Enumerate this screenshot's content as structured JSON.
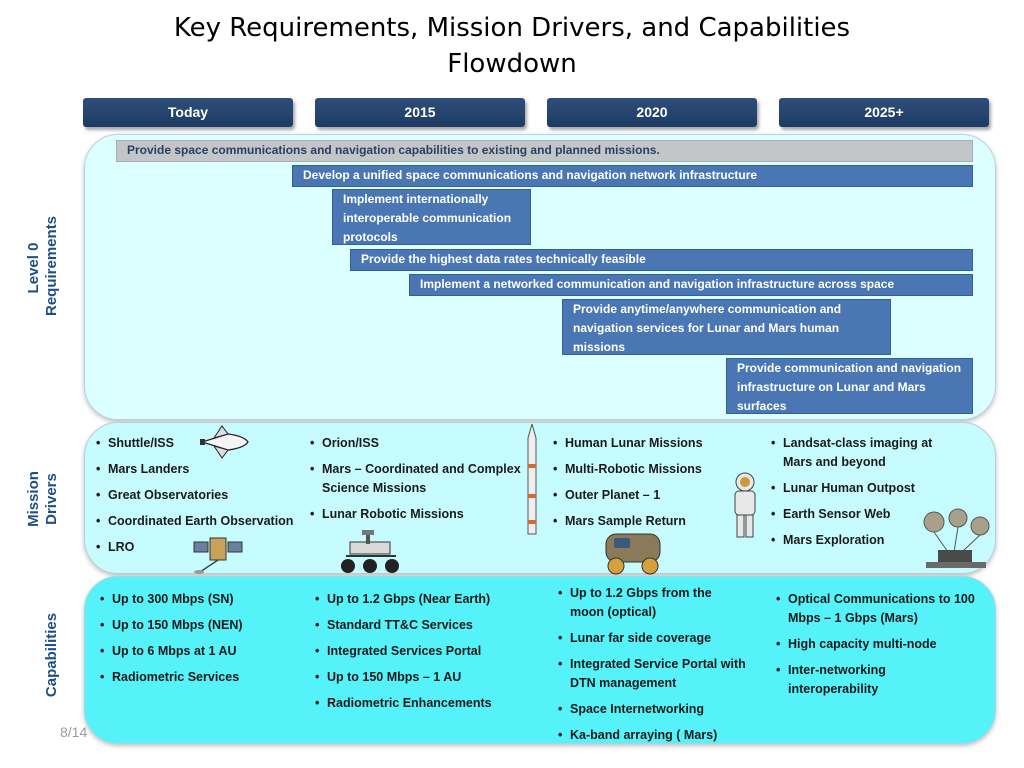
{
  "title_line1": "Key Requirements, Mission Drivers, and Capabilities",
  "title_line2": "Flowdown",
  "eras": [
    "Today",
    "2015",
    "2020",
    "2025+"
  ],
  "rows": {
    "level0": "Level 0 Requirements",
    "mission": "Mission Drivers",
    "capabilities": "Capabilities"
  },
  "requirements": [
    "Provide space communications and navigation capabilities to existing and planned missions.",
    "Develop a unified space communications and navigation network infrastructure",
    "Implement internationally interoperable communication protocols",
    "Provide the highest data rates technically feasible",
    "Implement a networked communication and navigation infrastructure across space",
    "Provide anytime/anywhere communication and navigation services for Lunar and Mars human missions",
    "Provide communication and navigation infrastructure on Lunar and Mars surfaces"
  ],
  "mission_drivers": [
    [
      "Shuttle/ISS",
      "Mars Landers",
      "Great Observatories",
      "Coordinated Earth Observation",
      "LRO"
    ],
    [
      "Orion/ISS",
      "Mars – Coordinated and Complex Science Missions",
      "Lunar Robotic Missions"
    ],
    [
      "Human Lunar Missions",
      "Multi-Robotic Missions",
      "Outer Planet – 1",
      "Mars Sample Return"
    ],
    [
      "Landsat-class imaging at Mars and beyond",
      "Lunar Human Outpost",
      "Earth Sensor Web",
      "Mars Exploration"
    ]
  ],
  "capabilities": [
    [
      "Up to 300 Mbps (SN)",
      "Up to 150 Mbps (NEN)",
      "Up to 6 Mbps at 1 AU",
      "Radiometric Services"
    ],
    [
      "Up to 1.2 Gbps (Near Earth)",
      "Standard TT&C Services",
      "Integrated Services Portal",
      "Up to 150 Mbps – 1 AU",
      "Radiometric Enhancements"
    ],
    [
      "Up to 1.2 Gbps from the moon (optical)",
      "Lunar far side coverage",
      "Integrated Service Portal with DTN management",
      "Space Internetworking",
      "Ka-band arraying ( Mars)"
    ],
    [
      "Optical Communications to 100 Mbps – 1 Gbps (Mars)",
      "High capacity multi-node",
      "Inter-networking interoperability"
    ]
  ],
  "footer_date": "8/14",
  "icons": [
    "space-shuttle-icon",
    "satellite-icon",
    "mars-rover-icon",
    "rocket-icon",
    "lunar-rover-icon",
    "astronaut-icon",
    "satellite-array-icon"
  ]
}
